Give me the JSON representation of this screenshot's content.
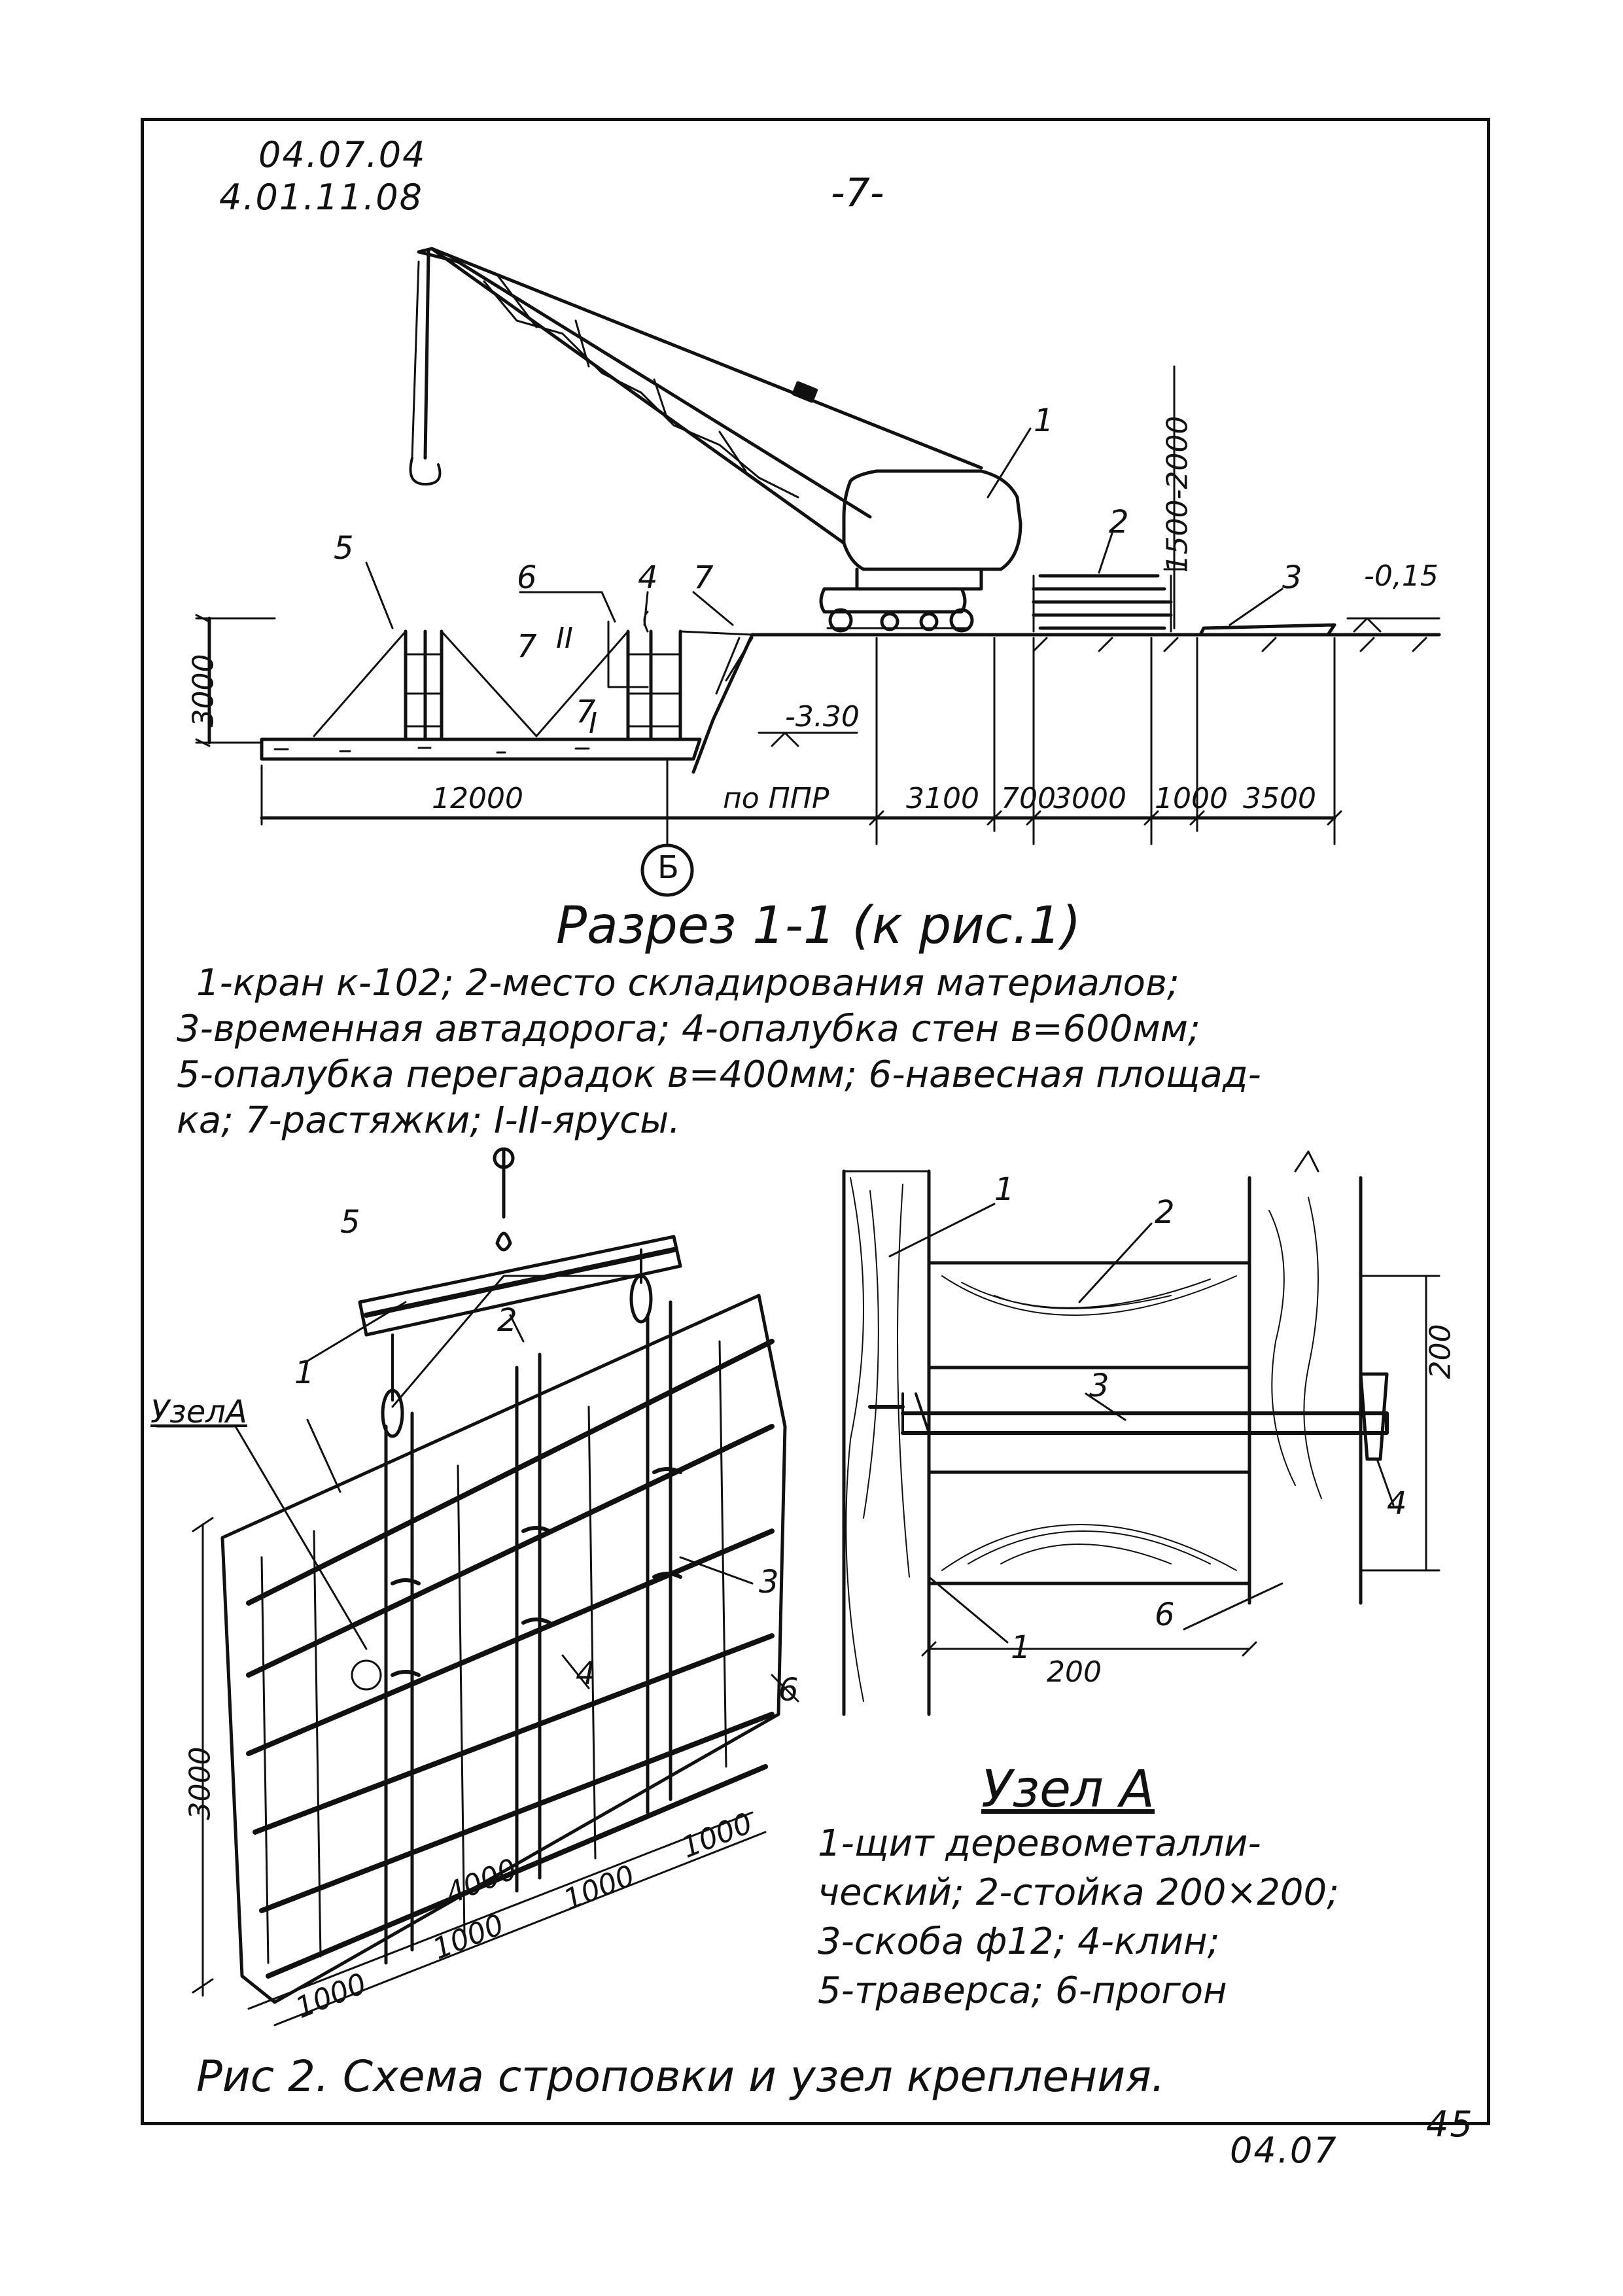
{
  "header": {
    "code_line1": "04.07.04",
    "code_line2": "4.01.11.08",
    "page_number": "-7-"
  },
  "section": {
    "caption": "Разрез 1-1 (к рис.1)",
    "legend_lines": [
      "1-кран к-102; 2-место складирования материалов;",
      "3-временная автадорога; 4-опалубка стен в=600мм;",
      "5-опалубка перегарадок в=400мм; 6-навесная площад-",
      "ка; 7-растяжки; I-II-ярусы."
    ],
    "elevations": {
      "height_range": "1500-2000",
      "ground": "-0,15",
      "pit_bottom": "-3.30",
      "depth": "3000"
    },
    "dims": [
      "12000",
      "по ППР",
      "3100",
      "700",
      "3000",
      "1000",
      "3500"
    ],
    "axis_label": "Б",
    "callouts": [
      "1",
      "2",
      "3",
      "4",
      "5",
      "6",
      "7",
      "7",
      "7",
      "II",
      "I"
    ]
  },
  "figure_left": {
    "callouts": [
      "5",
      "2",
      "1",
      "3",
      "4",
      "6"
    ],
    "node_label": "УзелА",
    "dims": [
      "3000",
      "1000",
      "1000",
      "1000",
      "1000",
      "4000"
    ]
  },
  "node_a": {
    "title": "Узел А",
    "callouts": [
      "1",
      "2",
      "3",
      "1",
      "6",
      "4"
    ],
    "dims": [
      "200",
      "200"
    ],
    "legend_lines": [
      "1-щит деревометалли-",
      "ческий; 2-стойка 200×200;",
      "3-скоба ф12; 4-клин;",
      "5-траверса; 6-прогон"
    ]
  },
  "figure_caption": "Рис 2. Схема строповки и узел крепления.",
  "footer": {
    "code": "04.07",
    "sheet": "45"
  }
}
